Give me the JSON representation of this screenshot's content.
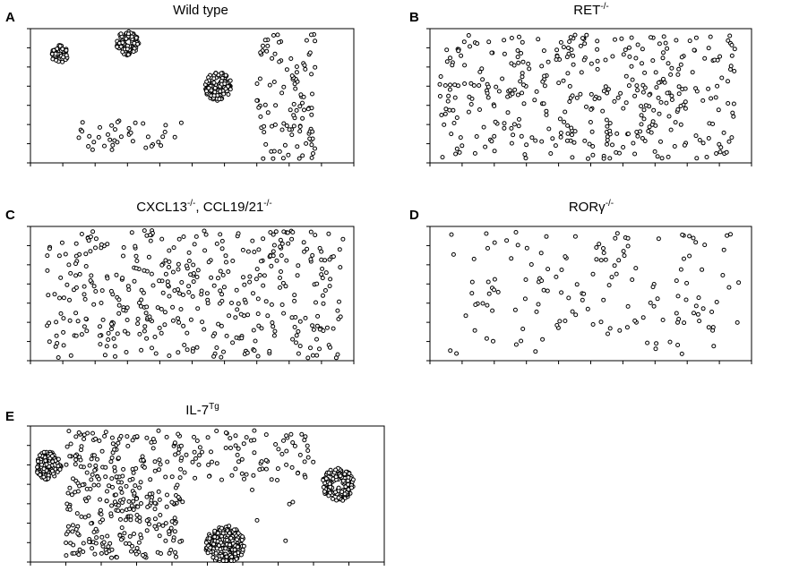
{
  "figure": {
    "panels": [
      {
        "id": "A",
        "letter": "A",
        "title": "Wild type",
        "title_sup": ""
      },
      {
        "id": "B",
        "letter": "B",
        "title": "RET",
        "title_sup": "-/-"
      },
      {
        "id": "C",
        "letter": "C",
        "title": "CXCL13",
        "title_sup": "-/-",
        "title_2": ", CCL19/21",
        "title_2_sup": "-/-"
      },
      {
        "id": "D",
        "letter": "D",
        "title": "RORγ",
        "title_sup": "-/-"
      },
      {
        "id": "E",
        "letter": "E",
        "title": "IL-7",
        "title_sup": "Tg"
      }
    ]
  },
  "chart_data": [
    {
      "panel": "A",
      "type": "scatter",
      "title": "Wild type",
      "xlim": [
        0,
        100
      ],
      "ylim": [
        0,
        100
      ],
      "x_ticks": 10,
      "y_ticks": 7,
      "grid": false,
      "clusters": [
        {
          "cx": 9,
          "cy": 81,
          "r": 2.6,
          "n": 55
        },
        {
          "cx": 30,
          "cy": 89,
          "r": 3.5,
          "n": 80
        },
        {
          "cx": 58,
          "cy": 57,
          "r": 4.2,
          "n": 120
        }
      ],
      "scatter_regions": [
        {
          "x": [
            14,
            30
          ],
          "y": [
            8,
            33
          ],
          "n": 22
        },
        {
          "x": [
            30,
            47
          ],
          "y": [
            10,
            30
          ],
          "n": 18
        },
        {
          "x": [
            70,
            88
          ],
          "y": [
            3,
            97
          ],
          "n": 110
        }
      ]
    },
    {
      "panel": "B",
      "type": "scatter",
      "title": "RET-/-",
      "xlim": [
        0,
        100
      ],
      "ylim": [
        0,
        100
      ],
      "x_ticks": 10,
      "y_ticks": 7,
      "grid": false,
      "clusters": [],
      "scatter_regions": [
        {
          "x": [
            3,
            95
          ],
          "y": [
            3,
            96
          ],
          "n": 390
        }
      ]
    },
    {
      "panel": "C",
      "type": "scatter",
      "title": "CXCL13-/-, CCL19/21-/-",
      "xlim": [
        0,
        100
      ],
      "ylim": [
        0,
        100
      ],
      "x_ticks": 10,
      "y_ticks": 7,
      "grid": false,
      "clusters": [],
      "scatter_regions": [
        {
          "x": [
            5,
            97
          ],
          "y": [
            2,
            97
          ],
          "n": 420
        }
      ]
    },
    {
      "panel": "D",
      "type": "scatter",
      "title": "RORγ-/-",
      "xlim": [
        0,
        100
      ],
      "ylim": [
        0,
        100
      ],
      "x_ticks": 10,
      "y_ticks": 7,
      "grid": false,
      "clusters": [],
      "scatter_regions": [
        {
          "x": [
            5,
            35
          ],
          "y": [
            5,
            97
          ],
          "n": 45
        },
        {
          "x": [
            35,
            62
          ],
          "y": [
            20,
            97
          ],
          "n": 50
        },
        {
          "x": [
            62,
            96
          ],
          "y": [
            5,
            97
          ],
          "n": 55
        }
      ]
    },
    {
      "panel": "E",
      "type": "scatter",
      "title": "IL-7Tg",
      "xlim": [
        0,
        100
      ],
      "ylim": [
        0,
        100
      ],
      "x_ticks": 10,
      "y_ticks": 7,
      "grid": false,
      "clusters": [
        {
          "cx": 5,
          "cy": 71,
          "r": 3.8,
          "n": 110
        },
        {
          "cx": 55,
          "cy": 12,
          "r": 5.5,
          "n": 220
        },
        {
          "cx": 87,
          "cy": 57,
          "r": 4.5,
          "n": 130
        }
      ],
      "scatter_regions": [
        {
          "x": [
            10,
            43
          ],
          "y": [
            3,
            97
          ],
          "n": 330
        },
        {
          "x": [
            43,
            80
          ],
          "y": [
            60,
            97
          ],
          "n": 80
        },
        {
          "x": [
            57,
            78
          ],
          "y": [
            3,
            55
          ],
          "n": 6
        }
      ]
    }
  ]
}
